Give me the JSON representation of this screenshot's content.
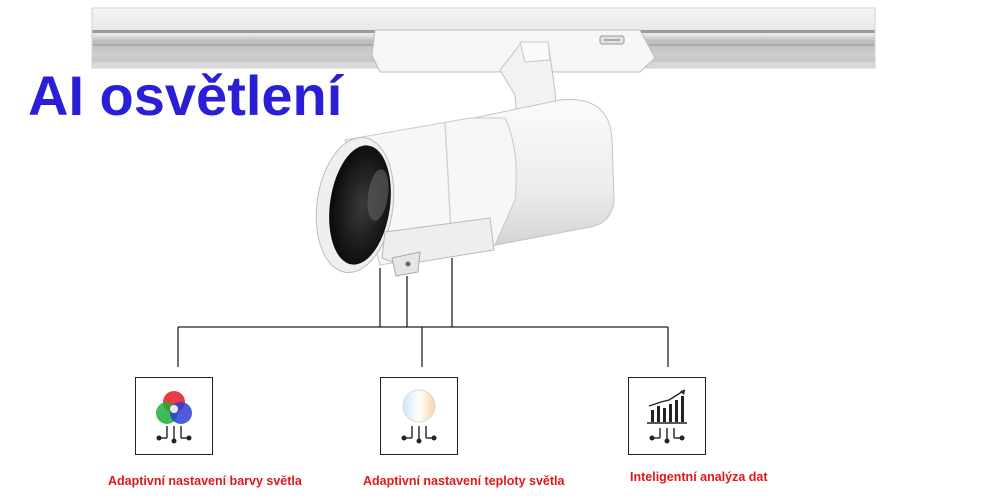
{
  "title": "AI osvětlení",
  "colors": {
    "title": "#2a1fd6",
    "label": "#e01818",
    "line": "#222222",
    "rgb_red": "#e8262b",
    "rgb_green": "#1fae3c",
    "rgb_blue": "#2f3fd6"
  },
  "features": [
    {
      "label": "Adaptivní nastavení barvy světla",
      "icon": "rgb-color-mix-icon"
    },
    {
      "label": "Adaptivní nastavení teploty světla",
      "icon": "color-temperature-icon"
    },
    {
      "label": "Inteligentní analýza dat",
      "icon": "data-analysis-chart-icon"
    }
  ]
}
